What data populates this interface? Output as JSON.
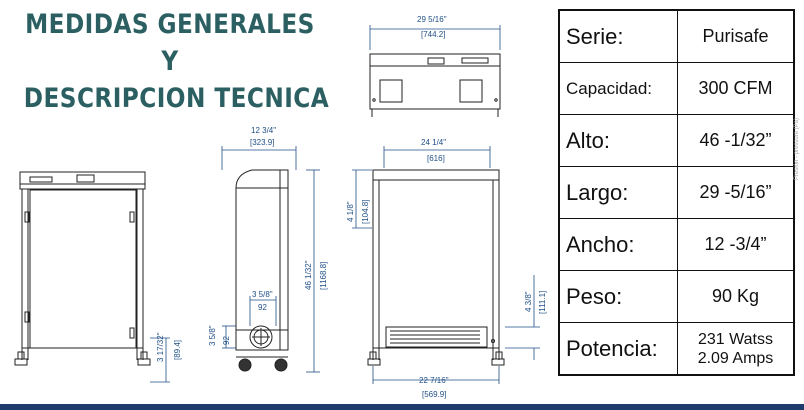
{
  "title": {
    "line1": "MEDIDAS GENERALES",
    "line2": "Y",
    "line3": "DESCRIPCION TECNICA",
    "color": "#2b5f62"
  },
  "dimensions": {
    "top_width": "29 5/16\"",
    "top_width_mm": "[744.2]",
    "side_depth": "12 3/4\"",
    "side_depth_mm": "[323.9]",
    "back_width": "24 1/4\"",
    "back_width_mm": "[616]",
    "total_height": "46 1/32\"",
    "total_height_mm": "[1168.8]",
    "top_offset": "4 1/8\"",
    "top_offset_mm": "[104.8]",
    "vent_height": "4 3/8\"",
    "vent_height_mm": "[111.1]",
    "base_width": "22 7/16\"",
    "base_width_mm": "[569.9]",
    "fan_offset": "3 5/8\"",
    "fan_offset_mm": "92",
    "fan_height": "3 5/8\"",
    "fan_height_mm": "92",
    "foot_height": "3 17/32\"",
    "foot_height_mm": "[89.4]"
  },
  "specs": [
    {
      "label": "Serie:",
      "value": "Purisafe"
    },
    {
      "label": "Capacidad:",
      "value": "300 CFM"
    },
    {
      "label": "Alto:",
      "value": "46 -1/32”"
    },
    {
      "label": "Largo:",
      "value": "29 -5/16”"
    },
    {
      "label": "Ancho:",
      "value": "12 -3/4”"
    },
    {
      "label": "Peso:",
      "value": "90 Kg"
    },
    {
      "label": "Potencia:",
      "value": "231 Watss",
      "value2": "2.09 Amps"
    }
  ],
  "side_note": "Presión - pressure (Pa)",
  "colors": {
    "dimension_blue": "#1f4f86",
    "bar_navy": "#1f3b6b"
  }
}
